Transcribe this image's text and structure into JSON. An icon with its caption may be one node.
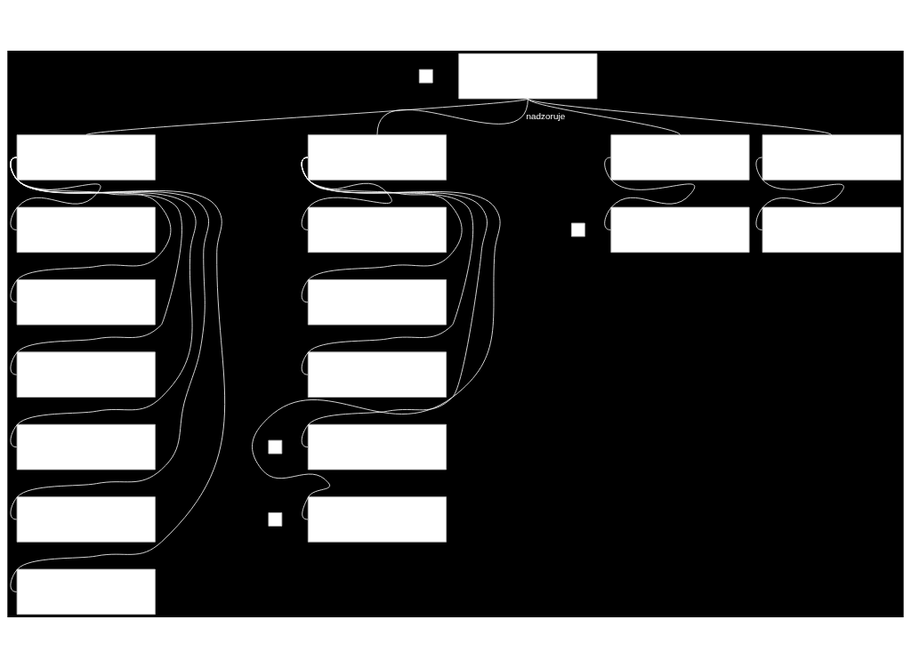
{
  "diagram": {
    "nodes": [
      {
        "text": [],
        "shape": "box"
      },
      {
        "text": [],
        "shape": "box"
      },
      {
        "text": [],
        "shape": "box"
      },
      {
        "text": [],
        "shape": "box"
      },
      {
        "text": [],
        "shape": "box"
      },
      {
        "text": [],
        "shape": "box"
      },
      {
        "text": [],
        "shape": "box"
      },
      {
        "text": [],
        "shape": "box"
      },
      {
        "text": [],
        "shape": "box"
      },
      {
        "text": [],
        "shape": "box"
      },
      {
        "text": [],
        "shape": "box"
      },
      {
        "text": [],
        "shape": "box"
      },
      {
        "text": [],
        "shape": "box"
      },
      {
        "text": [],
        "shape": "box"
      },
      {
        "text": [],
        "shape": "box"
      },
      {
        "text": [],
        "shape": "box"
      },
      {
        "text": [],
        "shape": "box"
      },
      {
        "text": [],
        "shape": "box"
      },
      {
        "text": [],
        "shape": "box"
      },
      {
        "text": [],
        "shape": "box"
      },
      {
        "text": [],
        "shape": "box"
      },
      {
        "text": [],
        "shape": "box"
      }
    ],
    "edges": [
      {
        "from": 1,
        "to": 2,
        "arrow": "none"
      },
      {
        "from": 1,
        "to": 3,
        "arrow": "none",
        "label": "nadzoruje"
      },
      {
        "from": 1,
        "to": 4,
        "arrow": "none"
      },
      {
        "from": 1,
        "to": 5,
        "arrow": "none"
      },
      {
        "from": 2,
        "to": 6,
        "arrow": "none"
      },
      {
        "from": 2,
        "to": 7,
        "arrow": "none"
      },
      {
        "from": 2,
        "to": 8,
        "arrow": "none"
      },
      {
        "from": 2,
        "to": 9,
        "arrow": "none"
      },
      {
        "from": 2,
        "to": 10,
        "arrow": "none"
      },
      {
        "from": 2,
        "to": 11,
        "arrow": "none"
      },
      {
        "from": 3,
        "to": 12,
        "arrow": "none"
      },
      {
        "from": 3,
        "to": 13,
        "arrow": "none"
      },
      {
        "from": 3,
        "to": 14,
        "arrow": "none"
      },
      {
        "from": 3,
        "to": 16,
        "arrow": "none"
      },
      {
        "from": 3,
        "to": 18,
        "arrow": "none"
      },
      {
        "from": 4,
        "to": 20,
        "arrow": "none"
      },
      {
        "from": 5,
        "to": 21,
        "arrow": "none"
      }
    ]
  }
}
